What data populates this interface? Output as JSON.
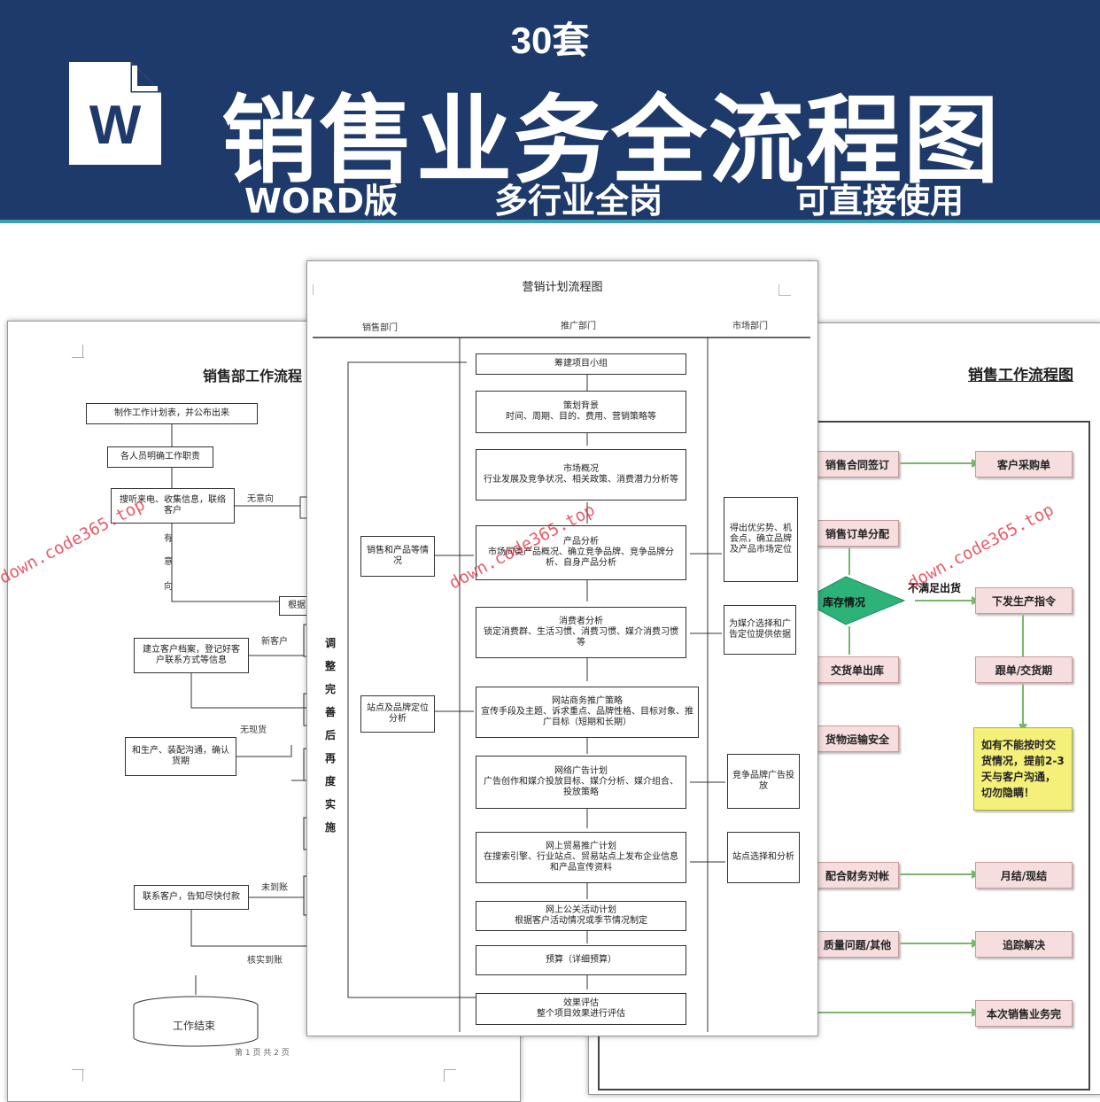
{
  "banner": {
    "count": "30套",
    "title": "销售业务全流程图",
    "format": "WORD版",
    "scope": "多行业全岗",
    "usage": "可直接使用",
    "icon": "word-document-icon",
    "bg_color": "#1e3a6b"
  },
  "left_page": {
    "title": "销售部工作流程",
    "boxes": [
      "制作工作计划表，并公布出来",
      "各人员明确工作职责",
      "搜听来电、收集信息，联络客户",
      "建立客户档案，登记好客户联系方式等信息",
      "和生产、装配沟通，确认货期",
      "联系客户，告知尽快付款",
      "工作结束"
    ],
    "labels": [
      "无意向",
      "有",
      "意",
      "向",
      "新客户",
      "无现货",
      "未到账",
      "核实到账",
      "根据"
    ],
    "footer": "第 1 页 共 2 页"
  },
  "center_page": {
    "title": "营销计划流程图",
    "columns": [
      "销售部门",
      "推广部门",
      "市场部门"
    ],
    "vertical_label": [
      "调",
      "整",
      "完",
      "善",
      "后",
      "再",
      "度",
      "实",
      "施"
    ],
    "steps": [
      {
        "text": "筹建项目小组"
      },
      {
        "text": "策划背景\n时间、周期、目的、费用、营销策略等"
      },
      {
        "text": "市场概况\n行业发展及竞争状况、相关政策、消费潜力分析等"
      },
      {
        "text": "产品分析\n市场同类产品概况、确立竞争品牌、竞争品牌分析、自身产品分析"
      },
      {
        "text": "消费者分析\n锁定消费群、生活习惯、消费习惯、媒介消费习惯等"
      },
      {
        "text": "网站商务推广策略\n宣传手段及主题、诉求重点、品牌性格、目标对象、推广目标（短期和长期）"
      },
      {
        "text": "网络广告计划\n广告创作和媒介投放目标、媒介分析、媒介组合、投放策略"
      },
      {
        "text": "网上贸易推广计划\n在搜索引擎、行业站点、贸易站点上发布企业信息和产品宣传资料"
      },
      {
        "text": "网上公关活动计划\n根据客户活动情况或季节情况制定"
      },
      {
        "text": "预算（详细预算）"
      },
      {
        "text": "效果评估\n整个项目效果进行评估"
      }
    ],
    "left_boxes": [
      "销售和产品等情况",
      "站点及品牌定位分析"
    ],
    "right_boxes": [
      "得出优劣势、机会点，确立品牌及产品市场定位",
      "为媒介选择和广告定位提供依据",
      "竞争品牌广告投放",
      "站点选择和分析"
    ]
  },
  "right_page": {
    "title": "销售工作流程图",
    "left_items": [
      "销售合同签订",
      "销售订单分配",
      "库存情况",
      "交货单出库",
      "货物运输安全",
      "配合财务对帐",
      "质量问题/其他"
    ],
    "right_items": [
      "客户采购单",
      "下发生产指令",
      "跟单/交货期",
      "如有不能按时交货情况，提前2-3天与客户沟通，切勿隐瞒！",
      "月结/现结",
      "追踪解决",
      "本次销售业务完"
    ],
    "labels": [
      "不满足出货"
    ]
  },
  "watermark": "down.code365.top"
}
